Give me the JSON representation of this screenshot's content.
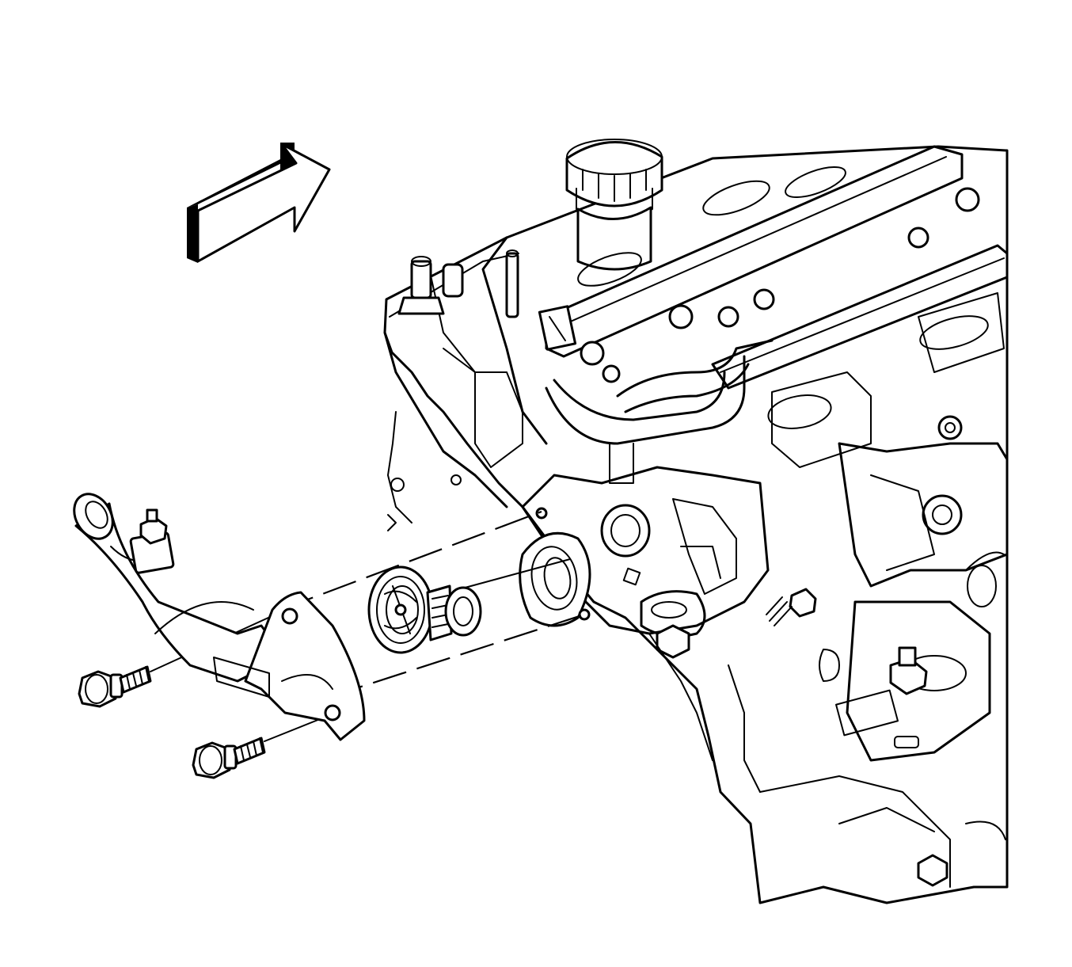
{
  "figure": {
    "kind": "exploded-view line drawing",
    "ink_color": "#000000",
    "background_color": "#ffffff"
  },
  "parts": [
    {
      "id": "front-direction-arrow",
      "icon": "arrow-right-icon"
    },
    {
      "id": "engine-block",
      "icon": "engine-icon"
    },
    {
      "id": "coolant-outlet-housing",
      "icon": "pipe-elbow-icon"
    },
    {
      "id": "thermostat",
      "icon": "thermostat-icon"
    },
    {
      "id": "housing-bolt-upper",
      "icon": "bolt-icon"
    },
    {
      "id": "housing-bolt-lower",
      "icon": "bolt-icon"
    }
  ]
}
